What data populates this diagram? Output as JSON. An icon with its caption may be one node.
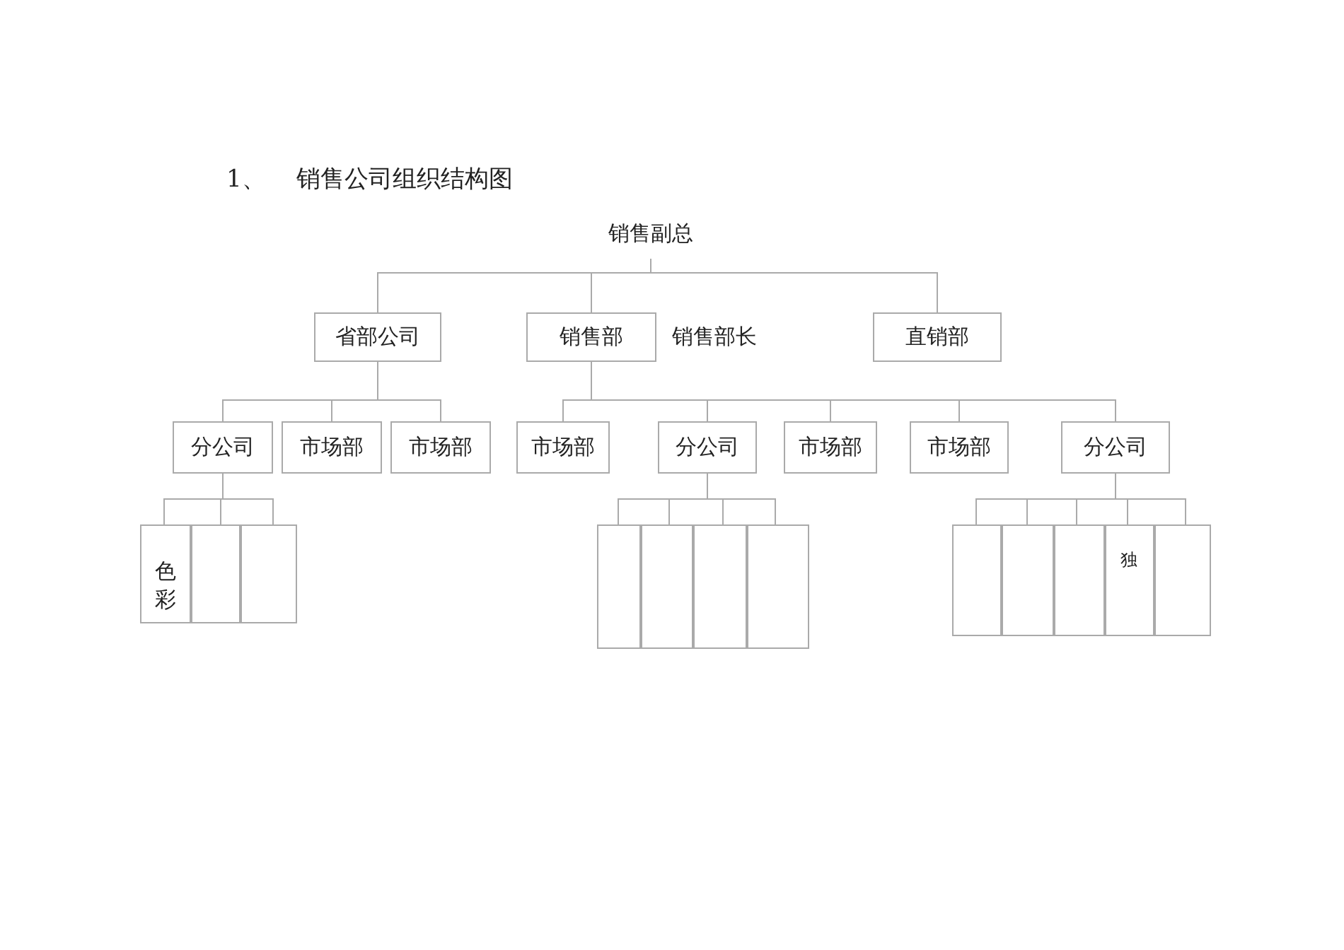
{
  "diagram": {
    "title": "1、 销售公司组织结构图",
    "nodes": [
      {
        "text": [
          "销售副总"
        ]
      },
      {
        "text": [
          "省部公司"
        ]
      },
      {
        "text": [
          "销售部"
        ],
        "beside": [
          "销售部长"
        ]
      },
      {
        "text": [
          "直销部"
        ]
      },
      {
        "text": [
          "分公司"
        ]
      },
      {
        "text": [
          "市场部"
        ]
      },
      {
        "text": [
          "市场部"
        ]
      },
      {
        "text": [
          "市场部"
        ]
      },
      {
        "text": [
          "分公司"
        ]
      },
      {
        "text": [
          "市场部"
        ]
      },
      {
        "text": [
          "市场部"
        ]
      },
      {
        "text": [
          "分公司"
        ]
      },
      {
        "text": [
          "色彩"
        ]
      },
      {
        "text": [],
        "shape": "box"
      },
      {
        "text": [],
        "shape": "box"
      },
      {
        "text": [],
        "shape": "box"
      },
      {
        "text": [],
        "shape": "box"
      },
      {
        "text": [],
        "shape": "box"
      },
      {
        "text": [],
        "shape": "box"
      },
      {
        "text": [],
        "shape": "box"
      },
      {
        "text": [],
        "shape": "box"
      },
      {
        "text": [],
        "shape": "box"
      },
      {
        "text": [
          "独"
        ]
      },
      {
        "text": [],
        "shape": "box"
      }
    ],
    "edges": [
      {
        "from": 0,
        "to": 1,
        "arrow": "none"
      },
      {
        "from": 0,
        "to": 2,
        "arrow": "none"
      },
      {
        "from": 0,
        "to": 3,
        "arrow": "none"
      },
      {
        "from": 1,
        "to": 4,
        "arrow": "none"
      },
      {
        "from": 1,
        "to": 5,
        "arrow": "none"
      },
      {
        "from": 1,
        "to": 6,
        "arrow": "none"
      },
      {
        "from": 2,
        "to": 7,
        "arrow": "none"
      },
      {
        "from": 2,
        "to": 8,
        "arrow": "none"
      },
      {
        "from": 2,
        "to": 9,
        "arrow": "none"
      },
      {
        "from": 2,
        "to": 10,
        "arrow": "none"
      },
      {
        "from": 2,
        "to": 11,
        "arrow": "none"
      },
      {
        "from": 4,
        "to": 12,
        "arrow": "none"
      },
      {
        "from": 4,
        "to": 13,
        "arrow": "none"
      },
      {
        "from": 4,
        "to": 14,
        "arrow": "none"
      },
      {
        "from": 8,
        "to": 15,
        "arrow": "none"
      },
      {
        "from": 8,
        "to": 16,
        "arrow": "none"
      },
      {
        "from": 8,
        "to": 17,
        "arrow": "none"
      },
      {
        "from": 8,
        "to": 18,
        "arrow": "none"
      },
      {
        "from": 11,
        "to": 19,
        "arrow": "none"
      },
      {
        "from": 11,
        "to": 20,
        "arrow": "none"
      },
      {
        "from": 11,
        "to": 21,
        "arrow": "none"
      },
      {
        "from": 11,
        "to": 22,
        "arrow": "none"
      },
      {
        "from": 11,
        "to": 23,
        "arrow": "none"
      }
    ]
  }
}
